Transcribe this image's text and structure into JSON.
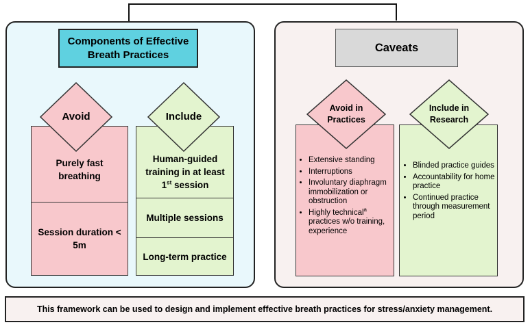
{
  "left_panel": {
    "title": "Components of Effective Breath Practices",
    "avoid": {
      "label": "Avoid",
      "items": [
        "Purely fast breathing",
        "Session duration < 5m"
      ]
    },
    "include": {
      "label": "Include",
      "item1_text": "Human-guided training in at least 1",
      "item1_sup": "st",
      "item1_suffix": " session",
      "items": [
        "Multiple sessions",
        "Long-term practice"
      ]
    }
  },
  "right_panel": {
    "title": "Caveats",
    "avoid": {
      "label": "Avoid in Practices",
      "bullets": [
        "Extensive standing",
        "Interruptions",
        "Involuntary diaphragm immobilization or obstruction",
        "practices w/o training, experience"
      ],
      "technical_lead": "Highly technical",
      "technical_sup": "a"
    },
    "include": {
      "label": "Include in Research",
      "bullets": [
        "Blinded practice guides",
        "Accountability for home practice",
        "Continued practice through measurement period"
      ]
    }
  },
  "footer": "This framework can be used to design and implement effective breath practices for stress/anxiety management.",
  "colors": {
    "left_bg": "#e9f8fc",
    "right_bg": "#f8f1f0",
    "title_cyan": "#5fd1e0",
    "caveat_grey": "#d9d9d9",
    "pink": "#f8c8cc",
    "green": "#e3f4cf"
  }
}
